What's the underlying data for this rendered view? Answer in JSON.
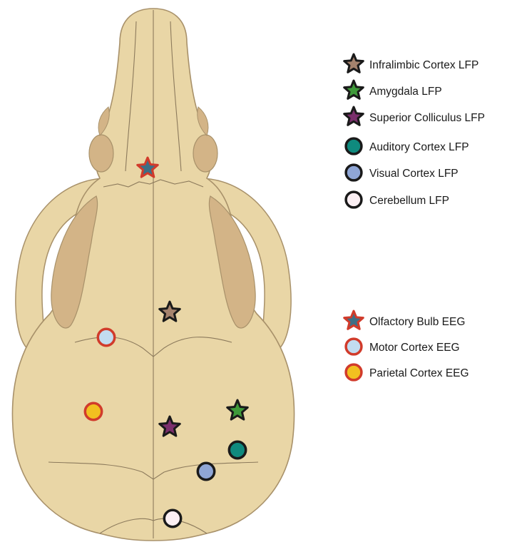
{
  "colors": {
    "bone_fill": "#e9d6a6",
    "bone_stroke": "#a8916a",
    "bone_shadow": "#d3b487",
    "suture": "#8c7a5c",
    "marker_outline_lfp": "#1a1a1a",
    "marker_outline_eeg": "#d13b2b",
    "infralimbic": "#a5836d",
    "amygdala": "#3f9a3a",
    "superior_colliculus": "#7b2f6c",
    "auditory": "#0f8a7e",
    "visual": "#8fa6d6",
    "cerebellum": "#fbeff3",
    "olfactory_fill": "#3d6f86",
    "motor_fill": "#c2dcf0",
    "parietal_fill": "#f2c020"
  },
  "legend_lfp": [
    {
      "label": "Infralimbic Cortex LFP",
      "shape": "star",
      "outline": "lfp",
      "color_key": "infralimbic"
    },
    {
      "label": "Amygdala LFP",
      "shape": "star",
      "outline": "lfp",
      "color_key": "amygdala"
    },
    {
      "label": "Superior Colliculus LFP",
      "shape": "star",
      "outline": "lfp",
      "color_key": "superior_colliculus"
    },
    {
      "label": "Auditory Cortex LFP",
      "shape": "circle",
      "outline": "lfp",
      "color_key": "auditory"
    },
    {
      "label": "Visual Cortex LFP",
      "shape": "circle",
      "outline": "lfp",
      "color_key": "visual"
    },
    {
      "label": "Cerebellum LFP",
      "shape": "circle",
      "outline": "lfp",
      "color_key": "cerebellum"
    }
  ],
  "legend_eeg": [
    {
      "label": "Olfactory Bulb EEG",
      "shape": "star",
      "outline": "eeg",
      "color_key": "olfactory_fill"
    },
    {
      "label": "Motor Cortex EEG",
      "shape": "circle",
      "outline": "eeg",
      "color_key": "motor_fill"
    },
    {
      "label": "Parietal Cortex EEG",
      "shape": "circle",
      "outline": "eeg",
      "color_key": "parietal_fill"
    }
  ],
  "skull_markers": [
    {
      "name": "olfactory-bulb-eeg-marker",
      "shape": "star",
      "outline": "eeg",
      "color_key": "olfactory_fill"
    },
    {
      "name": "infralimbic-cortex-lfp-marker",
      "shape": "star",
      "outline": "lfp",
      "color_key": "infralimbic"
    },
    {
      "name": "motor-cortex-eeg-marker",
      "shape": "circle",
      "outline": "eeg",
      "color_key": "motor_fill"
    },
    {
      "name": "parietal-cortex-eeg-marker",
      "shape": "circle",
      "outline": "eeg",
      "color_key": "parietal_fill"
    },
    {
      "name": "superior-colliculus-lfp-marker",
      "shape": "star",
      "outline": "lfp",
      "color_key": "superior_colliculus"
    },
    {
      "name": "amygdala-lfp-marker",
      "shape": "star",
      "outline": "lfp",
      "color_key": "amygdala"
    },
    {
      "name": "auditory-cortex-lfp-marker",
      "shape": "circle",
      "outline": "lfp",
      "color_key": "auditory"
    },
    {
      "name": "visual-cortex-lfp-marker",
      "shape": "circle",
      "outline": "lfp",
      "color_key": "visual"
    },
    {
      "name": "cerebellum-lfp-marker",
      "shape": "circle",
      "outline": "lfp",
      "color_key": "cerebellum"
    }
  ]
}
